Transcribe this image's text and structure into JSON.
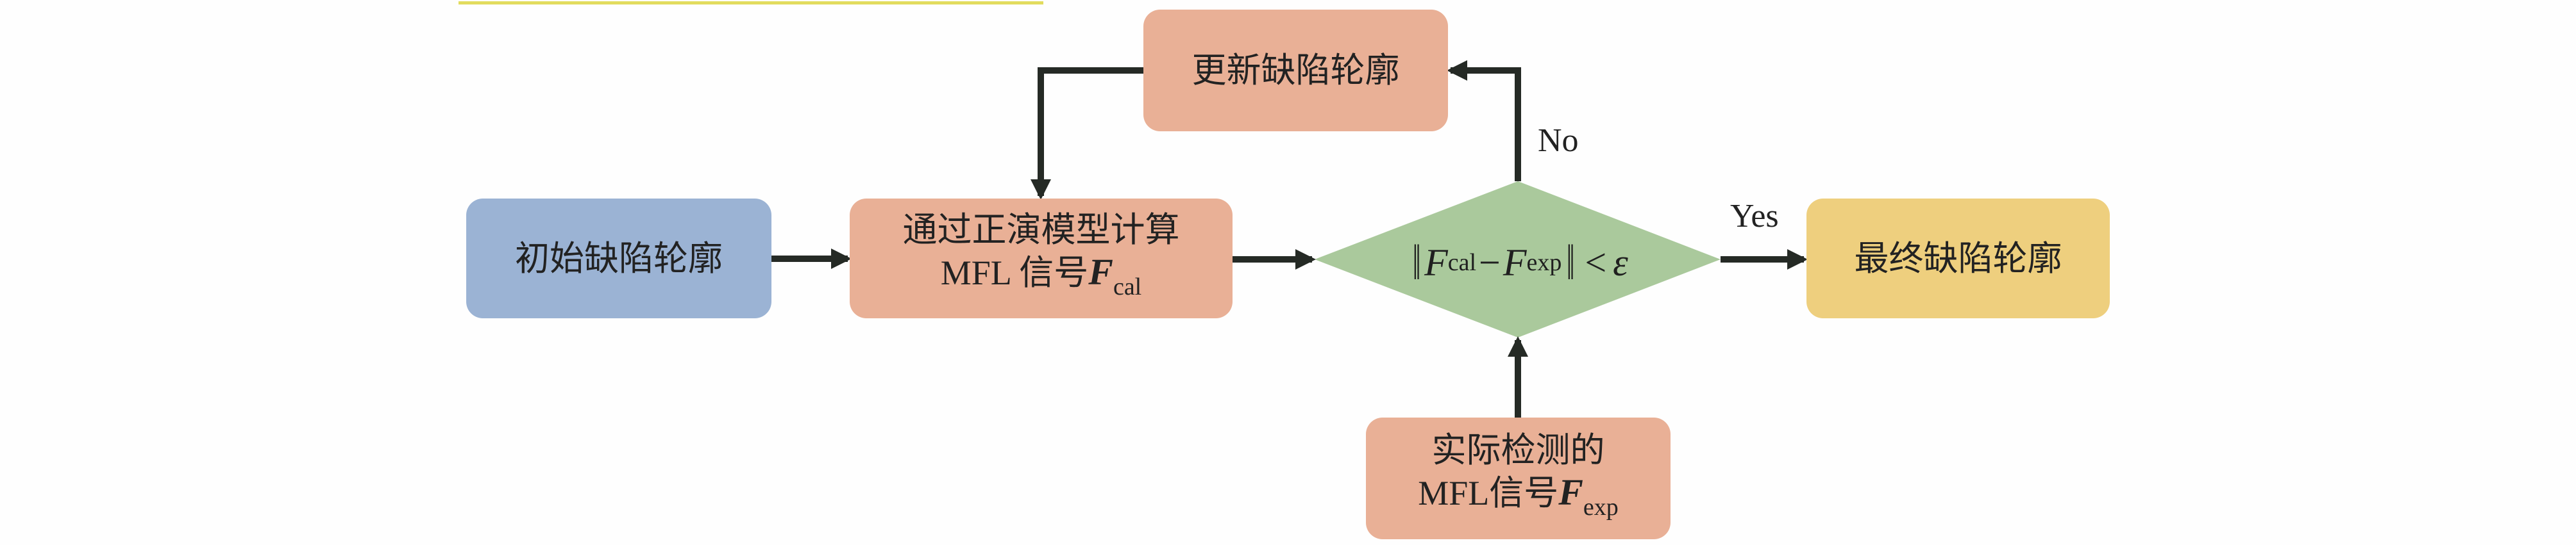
{
  "nodes": {
    "initial": {
      "label": "初始缺陷轮廓",
      "color": "#9bb3d4"
    },
    "forward": {
      "line1": "通过正演模型计算",
      "line2_prefix": "MFL 信号",
      "symbol": "F",
      "subscript": "cal",
      "color": "#e9b096"
    },
    "update": {
      "label": "更新缺陷轮廓",
      "color": "#e9b096"
    },
    "decision": {
      "symbol1": "F",
      "sub1": "cal",
      "minus": "−",
      "symbol2": "F",
      "sub2": "exp",
      "norm_open": "‖",
      "norm_close": "‖",
      "relation": "<",
      "epsilon": "ε",
      "color": "#aac99c"
    },
    "final": {
      "label": "最终缺陷轮廓",
      "color": "#eecf7e"
    },
    "measured": {
      "line1": "实际检测的",
      "line2_prefix": "MFL信号",
      "symbol": "F",
      "subscript": "exp",
      "color": "#e9b096"
    }
  },
  "edges": {
    "no_label": "No",
    "yes_label": "Yes"
  },
  "arrow_color": "#252a25",
  "topline_color": "#e2dc5e"
}
